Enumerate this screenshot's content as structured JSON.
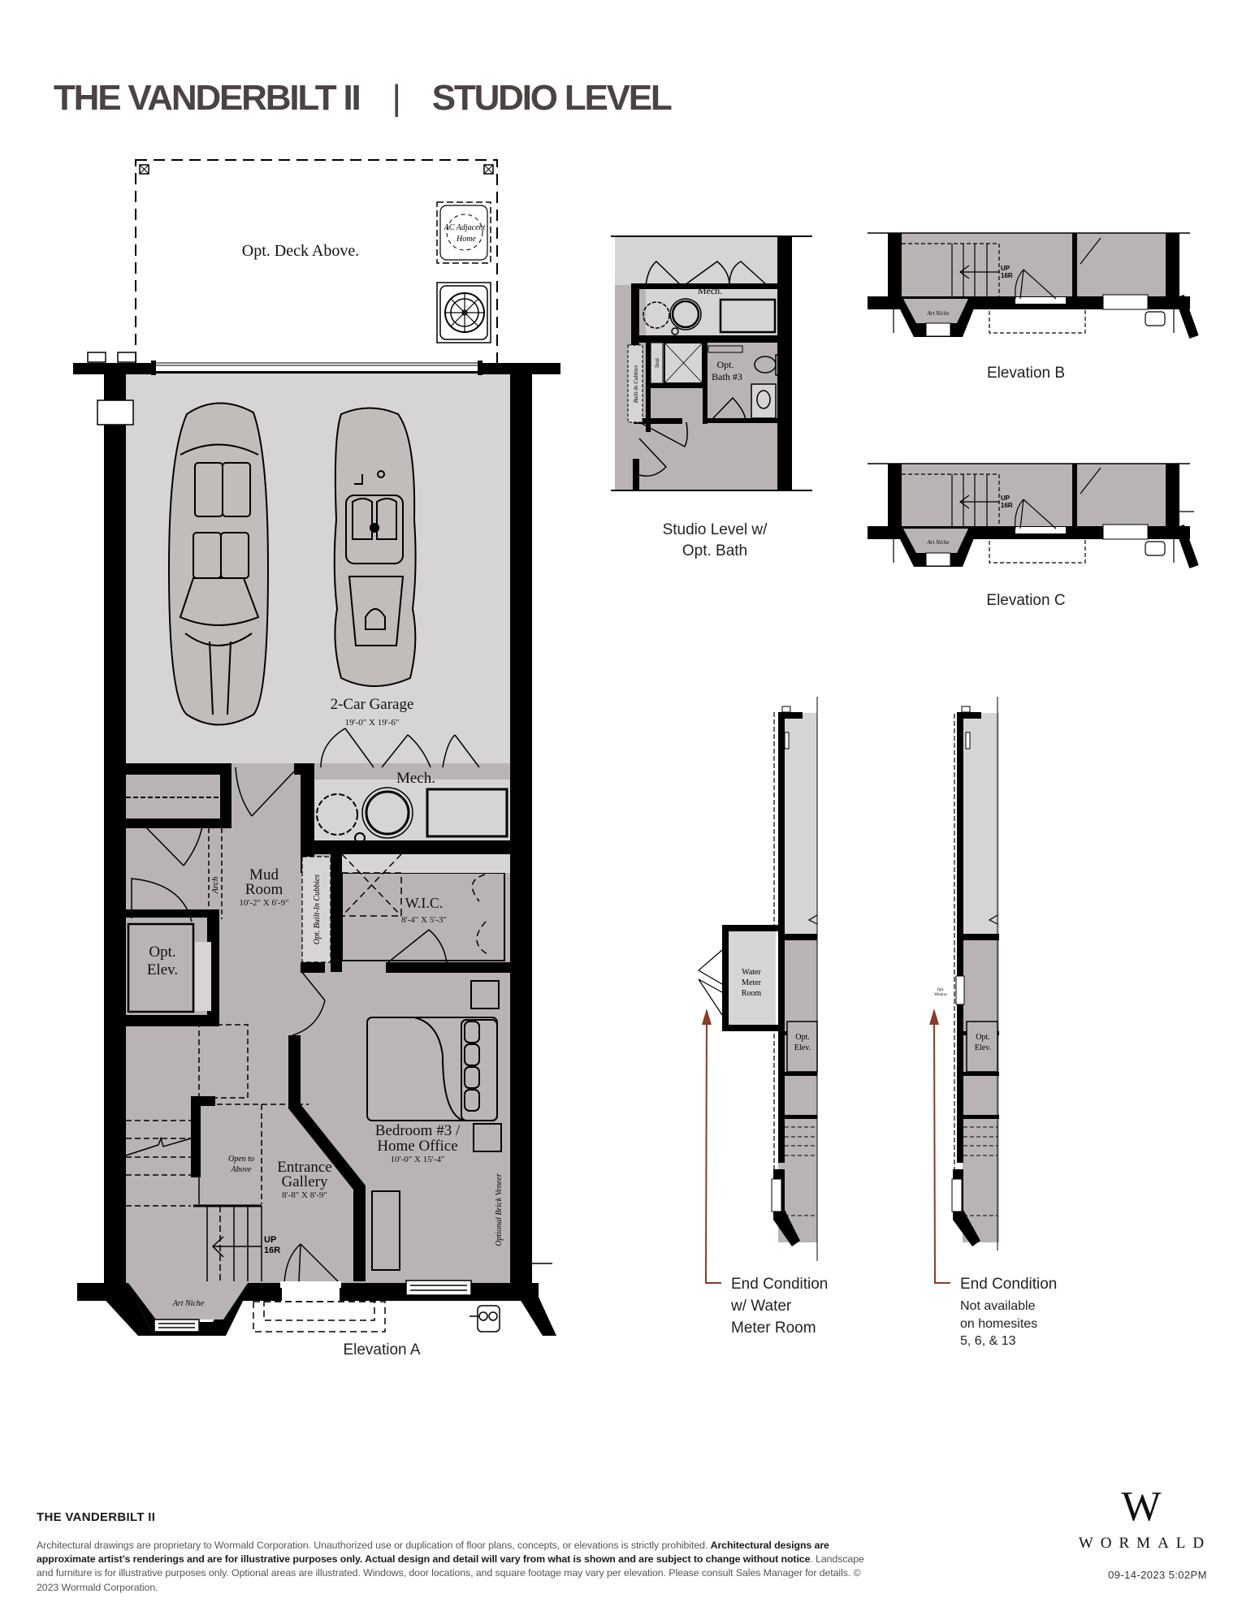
{
  "header": {
    "plan_name": "THE VANDERBILT II",
    "separator": "|",
    "level": "STUDIO LEVEL"
  },
  "colors": {
    "title": "#4a4342",
    "wall": "#000000",
    "garage_floor": "#d6d4d4",
    "room_floor": "#b9b4b3",
    "arrow_accent": "#8b3a2b"
  },
  "main_plan": {
    "deck_label": "Opt. Deck Above.",
    "ac_adjacent": [
      "AC Adjacent",
      "Home"
    ],
    "ac_label": "AC",
    "rooms": {
      "garage": {
        "name": "2-Car Garage",
        "dims": "19'-0\" X 19'-6\""
      },
      "mech": {
        "name": "Mech."
      },
      "mud_room": {
        "name_line1": "Mud",
        "name_line2": "Room",
        "dims": "10'-2\" X 6'-9\""
      },
      "arch": "Arch",
      "cubbies": "Opt. Built-In Cubbies",
      "wic": {
        "name": "W.I.C.",
        "dims": "8'-4\" X 5'-3\""
      },
      "opt_elev": {
        "line1": "Opt.",
        "line2": "Elev."
      },
      "bedroom": {
        "line1": "Bedroom #3 /",
        "line2": "Home Office",
        "dims": "10'-0\" X 15'-4\""
      },
      "open_to_above": {
        "line1": "Open to",
        "line2": "Above"
      },
      "entrance": {
        "line1": "Entrance",
        "line2": "Gallery",
        "dims": "8'-8\" X 8'-9\""
      },
      "stairs": {
        "up": "UP",
        "risers": "16R"
      },
      "art_niche": "Art Niche",
      "brick_veneer": "Optional Brick Veneer"
    },
    "elevation_label": "Elevation A"
  },
  "insets": {
    "studio_opt_bath": {
      "mech": "Mech.",
      "seat": "Seat",
      "cubbies": "Built-In Cubbies",
      "bath_line1": "Opt.",
      "bath_line2": "Bath #3",
      "caption_line1": "Studio Level w/",
      "caption_line2": "Opt. Bath"
    },
    "elevation_b": {
      "up": "UP",
      "risers": "16R",
      "art_niche": "Art Niche",
      "caption": "Elevation B"
    },
    "elevation_c": {
      "up": "UP",
      "risers": "16R",
      "art_niche": "Art Niche",
      "caption": "Elevation C"
    },
    "end_condition_water": {
      "room_line1": "Water",
      "room_line2": "Meter",
      "room_line3": "Room",
      "opt_elev_line1": "Opt.",
      "opt_elev_line2": "Elev.",
      "caption_line1": "End Condition",
      "caption_line2": "w/ Water",
      "caption_line3": "Meter Room"
    },
    "end_condition_standard": {
      "opt_window_line1": "Opt.",
      "opt_window_line2": "Window",
      "opt_elev_line1": "Opt.",
      "opt_elev_line2": "Elev.",
      "caption_line1": "End Condition",
      "note_line1": "Not available",
      "note_line2": "on homesites",
      "note_line3": "5, 6, & 13"
    }
  },
  "footer": {
    "title": "THE VANDERBILT II",
    "disclaimer_part1": "Architectural drawings are proprietary to Wormald Corporation. Unauthorized use or duplication of floor plans, concepts, or elevations is strictly prohibited. ",
    "disclaimer_bold": "Architectural designs are approximate artist’s renderings and are for illustrative purposes only. Actual design and detail will vary from what is shown and are subject to change without notice",
    "disclaimer_part2": ". Landscape and furniture is for illustrative purposes only. Optional areas are illustrated. Windows, door locations, and square footage may vary per elevation. Please consult Sales Manager for details. © 2023 Wormald Corporation.",
    "logo_mark": "W",
    "logo_name": "WORMALD",
    "timestamp": "09-14-2023 5:02PM"
  }
}
